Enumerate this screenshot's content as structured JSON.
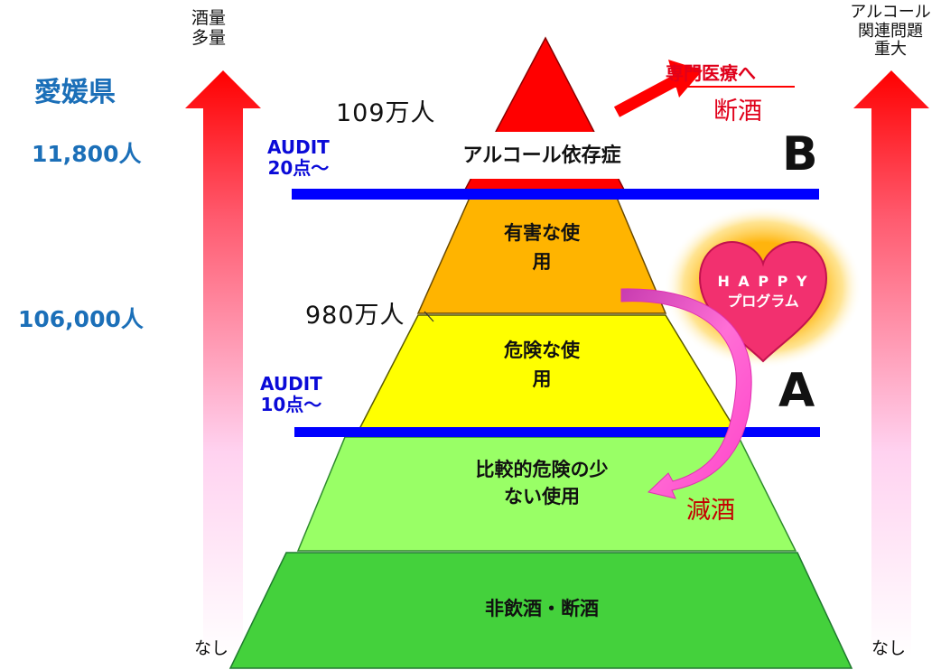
{
  "left_axis": {
    "top_label_line1": "酒量",
    "top_label_line2": "多量",
    "bottom_label": "なし"
  },
  "right_axis": {
    "top_label_line1": "アルコール",
    "top_label_line2": "関連問題",
    "top_label_line3": "重大",
    "bottom_label": "なし"
  },
  "prefecture": {
    "name": "愛媛県",
    "count_dependence": "11,800人",
    "count_risky": "106,000人"
  },
  "national": {
    "count_dependence": "109万人",
    "count_risky": "980万人"
  },
  "audit": {
    "upper_label": "AUDIT",
    "upper_threshold": "20点～",
    "lower_label": "AUDIT",
    "lower_threshold": "10点～"
  },
  "tiers": {
    "dependence": "アルコール依存症",
    "harmful_line1": "有害な使",
    "harmful_line2": "用",
    "hazardous_line1": "危険な使",
    "hazardous_line2": "用",
    "low_risk_line1": "比較的危険の少",
    "low_risk_line2": "ない使用",
    "abstain": "非飲酒・断酒"
  },
  "markers": {
    "zone_b": "B",
    "zone_a": "A"
  },
  "interventions": {
    "specialist": "専門医療へ",
    "abstinence": "断酒",
    "reduction": "減酒",
    "program_line1": "H A P P Y",
    "program_line2": "プログラム"
  },
  "colors": {
    "dependence": "#ff0000",
    "harmful": "#ffb400",
    "hazardous": "#ffff00",
    "low_risk": "#99ff66",
    "abstain": "#44d13c",
    "audit_line": "#0000ff",
    "heart": "#f2306f",
    "reduction_arrow": "#ff40c8",
    "text_blue": "#1b6fb8"
  },
  "icons": [
    "gradient-up-arrow-icon",
    "specialist-arrow-icon",
    "heart-icon",
    "curved-arrow-icon"
  ]
}
